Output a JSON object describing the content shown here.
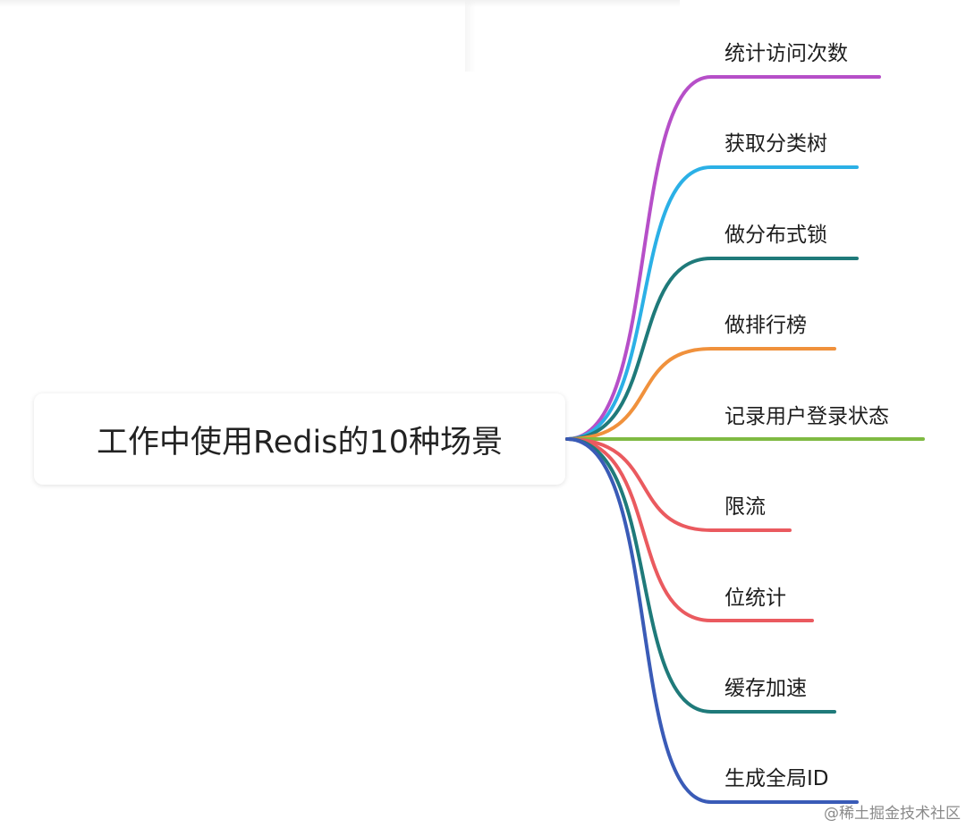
{
  "root": {
    "title": "工作中使用Redis的10种场景"
  },
  "branches": [
    {
      "label": "统计访问次数",
      "color": "#b64fc8"
    },
    {
      "label": "获取分类树",
      "color": "#2bb0e6"
    },
    {
      "label": "做分布式锁",
      "color": "#1f7a7a"
    },
    {
      "label": "做排行榜",
      "color": "#f0913c"
    },
    {
      "label": "记录用户登录状态",
      "color": "#7fba42"
    },
    {
      "label": "限流",
      "color": "#ea5a5f"
    },
    {
      "label": "位统计",
      "color": "#ea5a5f"
    },
    {
      "label": "缓存加速",
      "color": "#1f7a7a"
    },
    {
      "label": "生成全局ID",
      "color": "#3a5bb7"
    }
  ],
  "watermark": "@稀土掘金技术社区"
}
